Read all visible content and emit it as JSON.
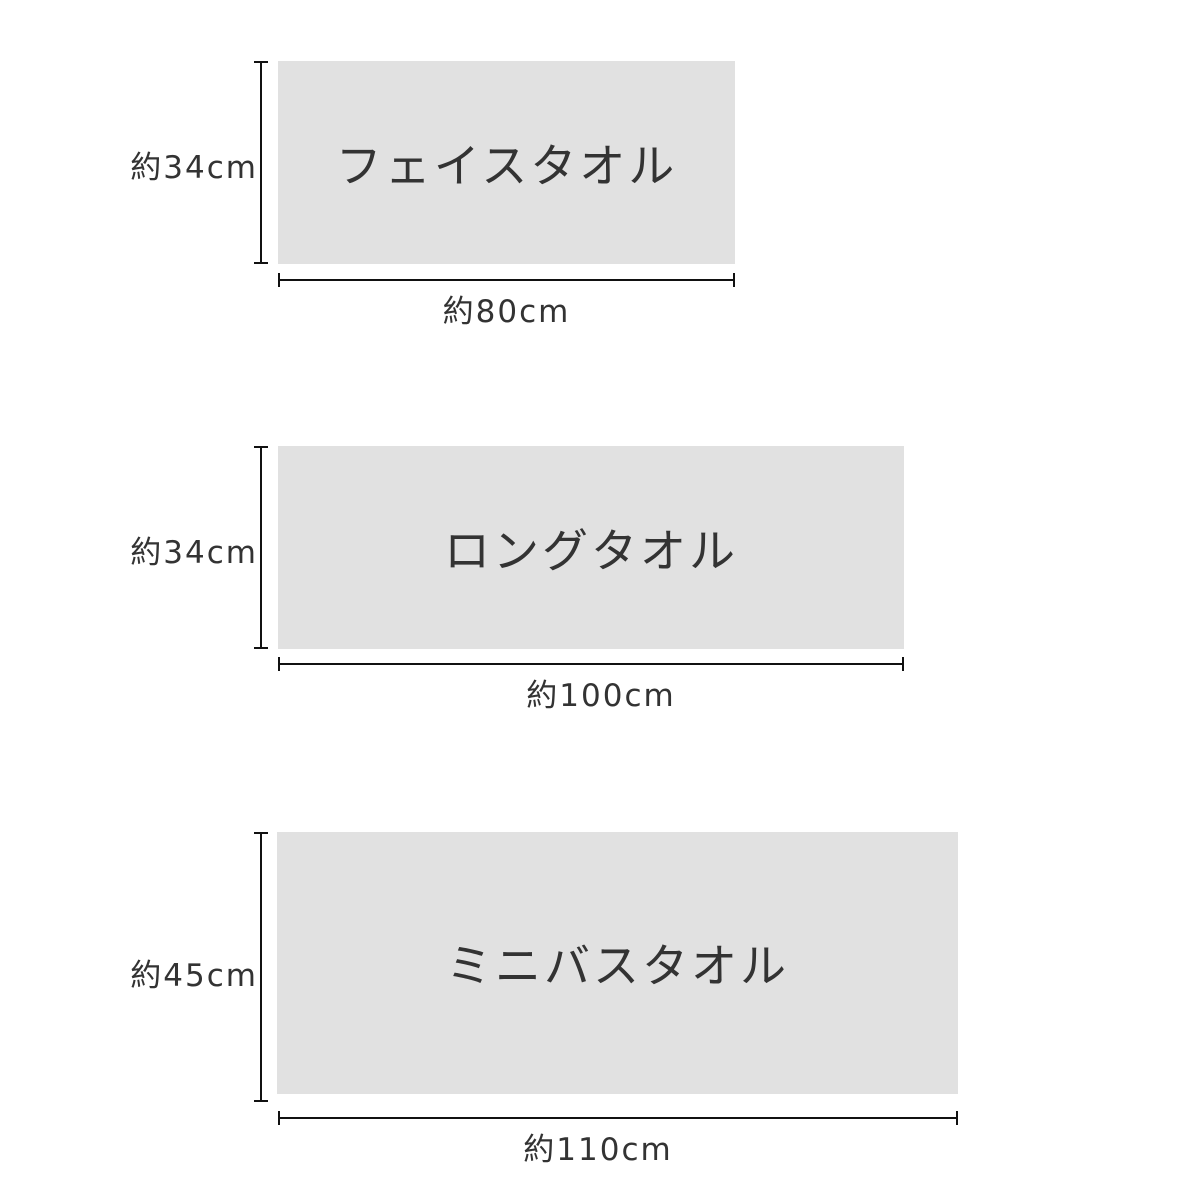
{
  "towels": [
    {
      "name": "フェイスタオル",
      "height_label": "約34cm",
      "width_label": "約80cm",
      "height_cm": 34,
      "width_cm": 80
    },
    {
      "name": "ロングタオル",
      "height_label": "約34cm",
      "width_label": "約100cm",
      "height_cm": 34,
      "width_cm": 100
    },
    {
      "name": "ミニバスタオル",
      "height_label": "約45cm",
      "width_label": "約110cm",
      "height_cm": 45,
      "width_cm": 110
    }
  ],
  "colors": {
    "box_fill": "#e1e1e1",
    "text": "#333333",
    "dimension_line": "#111111"
  }
}
